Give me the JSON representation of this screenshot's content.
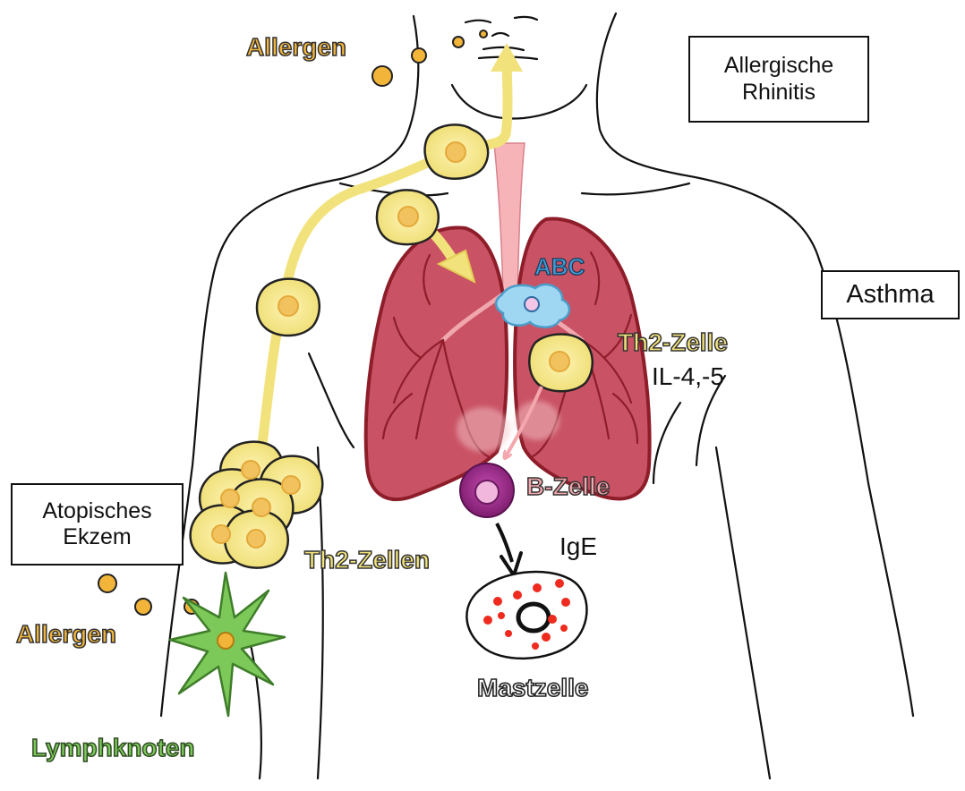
{
  "labels": {
    "allergen_top": "Allergen",
    "allergen_bottom": "Allergen",
    "abc": "ABC",
    "th2_zelle": "Th2-Zelle",
    "il": "IL-4,-5",
    "b_zelle": "B-Zelle",
    "th2_zellen": "Th2-Zellen",
    "ige": "IgE",
    "mastzelle": "Mastzelle",
    "lymphknoten": "Lymphknoten"
  },
  "boxes": {
    "rhinitis_line1": "Allergische",
    "rhinitis_line2": "Rhinitis",
    "asthma": "Asthma",
    "ekzem_line1": "Atopisches",
    "ekzem_line2": "Ekzem"
  },
  "colors": {
    "allergen": "#f2b53a",
    "th2": "#f3e37a",
    "pathway": "#f2e27c",
    "lung": "#c95365",
    "trachea": "#f6b3b8",
    "abc": "#8fd0ee",
    "b_cell": "#9b2a86",
    "lymph": "#7cc95a",
    "mast_granule": "#ee2b1e"
  }
}
